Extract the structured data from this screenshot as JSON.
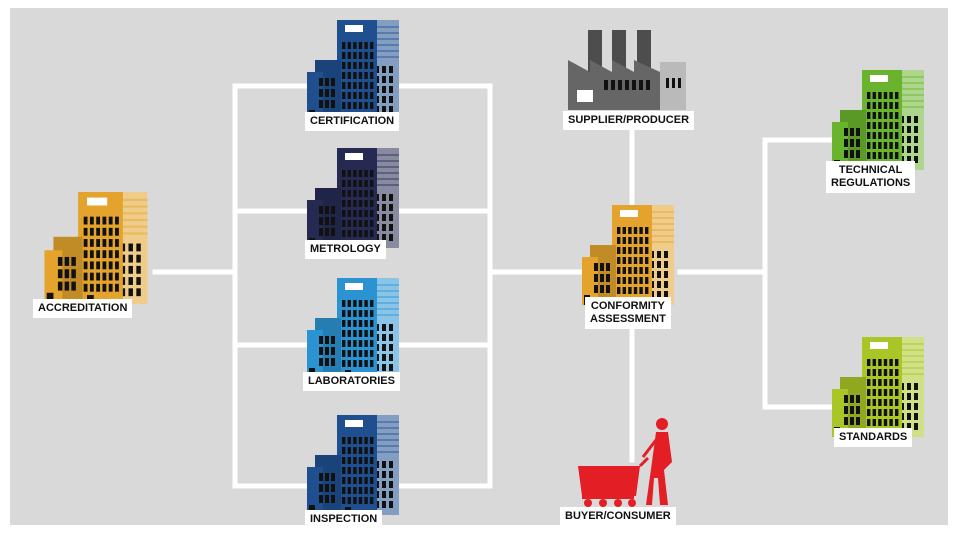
{
  "colors": {
    "background": "#d9d9d9",
    "connector": "#ffffff",
    "accreditation": "#e3a32c",
    "certification": "#1f4f8f",
    "metrology": "#262a52",
    "laboratories": "#2b93d1",
    "inspection": "#1f4f8f",
    "conformity": "#e3a32c",
    "supplier": "#666666",
    "buyer": "#e31e24",
    "technical": "#6ab42d",
    "standards": "#a8c625"
  },
  "nodes": {
    "accreditation": {
      "label": "ACCREDITATION",
      "icon": "building-icon"
    },
    "certification": {
      "label": "CERTIFICATION",
      "icon": "building-icon"
    },
    "metrology": {
      "label": "METROLOGY",
      "icon": "building-icon"
    },
    "laboratories": {
      "label": "LABORATORIES",
      "icon": "building-icon"
    },
    "inspection": {
      "label": "INSPECTION",
      "icon": "building-icon"
    },
    "supplier": {
      "label": "SUPPLIER/PRODUCER",
      "icon": "factory-icon"
    },
    "conformity": {
      "label_line1": "CONFORMITY",
      "label_line2": "ASSESSMENT",
      "icon": "building-icon"
    },
    "buyer": {
      "label": "BUYER/CONSUMER",
      "icon": "shopper-with-cart-icon"
    },
    "technical": {
      "label_line1": "TECHNICAL",
      "label_line2": "REGULATIONS",
      "icon": "building-icon"
    },
    "standards": {
      "label": "STANDARDS",
      "icon": "building-icon"
    }
  }
}
